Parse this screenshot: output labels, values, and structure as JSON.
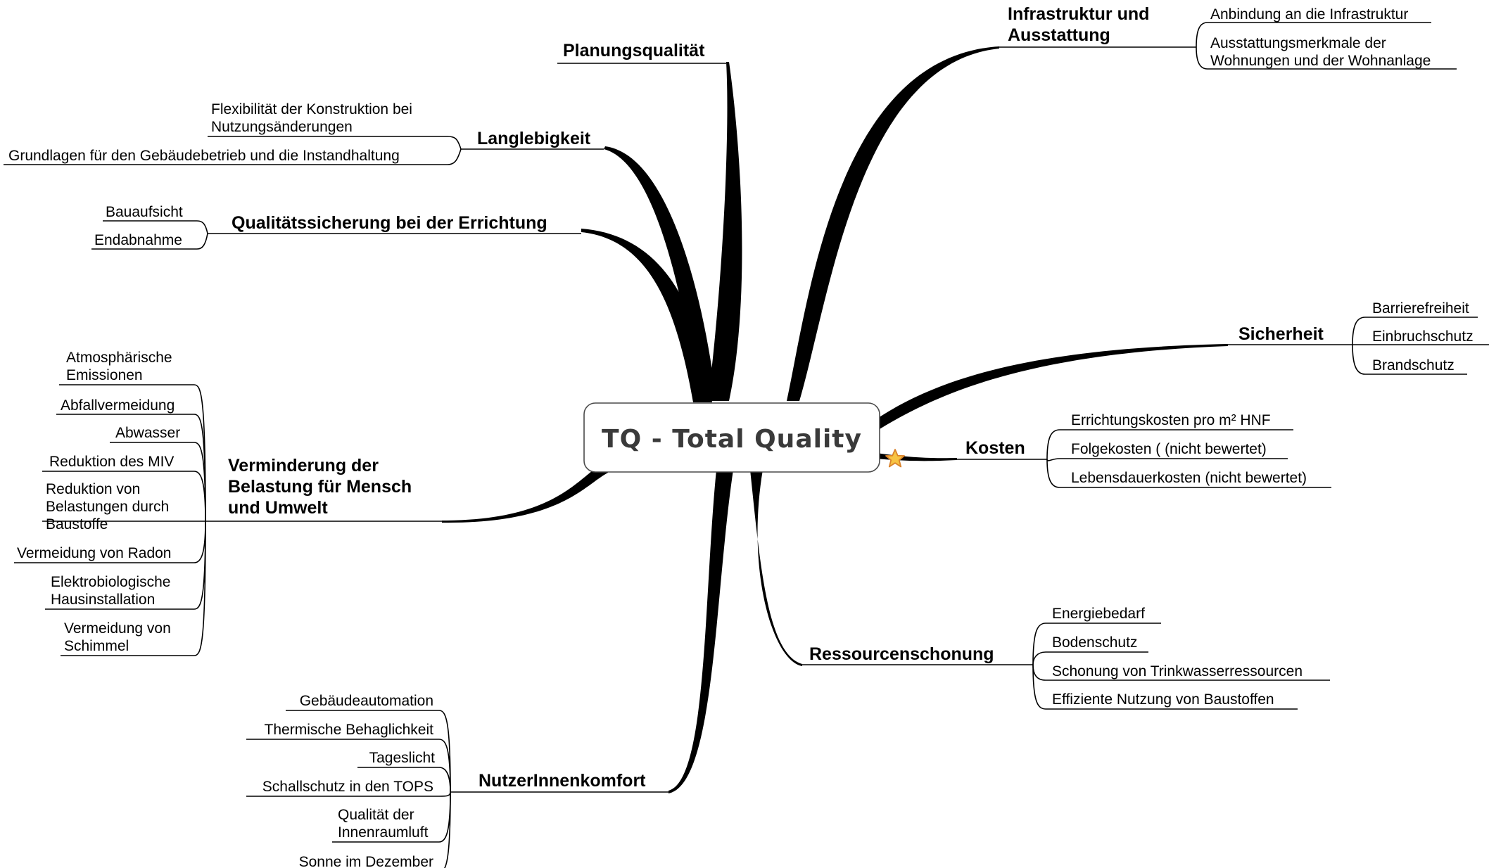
{
  "central_topic": "TQ - Total Quality",
  "branches": {
    "infrastruktur": {
      "label_line1": "Infrastruktur und",
      "label_line2": "Ausstattung",
      "items": [
        [
          "Anbindung an die Infrastruktur"
        ],
        [
          "Ausstattungsmerkmale der",
          "Wohnungen und der Wohnanlage"
        ]
      ]
    },
    "planungsqualitaet": {
      "label": "Planungsqualität"
    },
    "langlebigkeit": {
      "label": "Langlebigkeit",
      "items": [
        [
          "Flexibilität der Konstruktion bei",
          "Nutzungsänderungen"
        ],
        [
          "Grundlagen für den Gebäudebetrieb und die Instandhaltung"
        ]
      ]
    },
    "qualitaetssicherung": {
      "label": "Qualitätssicherung bei der Errichtung",
      "items": [
        [
          "Bauaufsicht"
        ],
        [
          "Endabnahme"
        ]
      ]
    },
    "sicherheit": {
      "label": "Sicherheit",
      "items": [
        [
          "Barrierefreiheit"
        ],
        [
          "Einbruchschutz"
        ],
        [
          "Brandschutz"
        ]
      ]
    },
    "kosten": {
      "label": "Kosten",
      "marker": "star-icon",
      "items": [
        [
          "Errichtungskosten pro m² HNF"
        ],
        [
          "Folgekosten ( (nicht bewertet)"
        ],
        [
          "Lebensdauerkosten (nicht bewertet)"
        ]
      ]
    },
    "verminderung": {
      "label_line1": "Verminderung der",
      "label_line2": "Belastung für Mensch",
      "label_line3": "und Umwelt",
      "items": [
        [
          "Atmosphärische",
          "Emissionen"
        ],
        [
          "Abfallvermeidung"
        ],
        [
          "Abwasser"
        ],
        [
          "Reduktion des MIV"
        ],
        [
          "Reduktion von",
          "Belastungen durch",
          "Baustoffe"
        ],
        [
          "Vermeidung von Radon"
        ],
        [
          "Elektrobiologische",
          "Hausinstallation"
        ],
        [
          "Vermeidung von",
          "Schimmel"
        ]
      ]
    },
    "ressourcenschonung": {
      "label": "Ressourcenschonung",
      "items": [
        [
          "Energiebedarf"
        ],
        [
          "Bodenschutz"
        ],
        [
          "Schonung von Trinkwasserressourcen"
        ],
        [
          "Effiziente Nutzung von Baustoffen"
        ]
      ]
    },
    "nutzerkomfort": {
      "label": "NutzerInnenkomfort",
      "items": [
        [
          "Gebäudeautomation"
        ],
        [
          "Thermische Behaglichkeit"
        ],
        [
          "Tageslicht"
        ],
        [
          "Schallschutz in den TOPS"
        ],
        [
          "Qualität der",
          "Innenraumluft"
        ],
        [
          "Sonne im Dezember"
        ]
      ]
    }
  },
  "colors": {
    "lines": "#000000",
    "central_text": "#3a3a3a",
    "star_fill": "#f7c443",
    "star_stroke": "#d9822b"
  }
}
